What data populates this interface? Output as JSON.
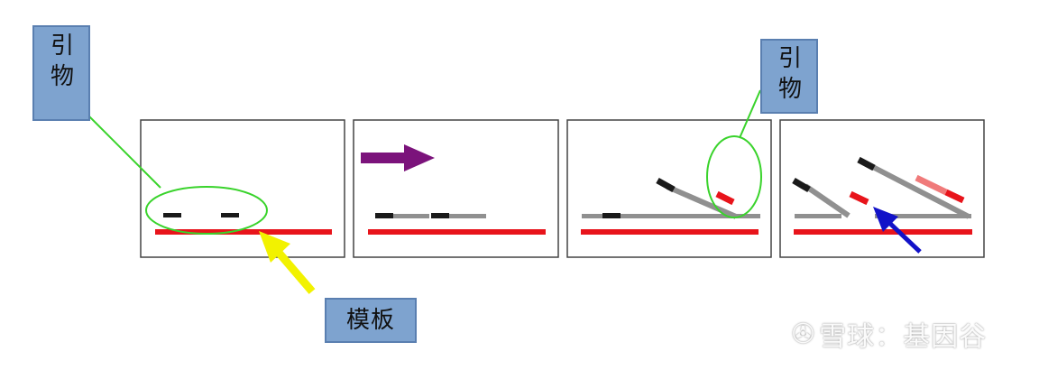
{
  "labels": {
    "primer_left": [
      "引",
      "物"
    ],
    "primer_right": [
      "引",
      "物"
    ],
    "template": "模板"
  },
  "watermark": {
    "logo_glyph": "✇",
    "text": "雪球：基因谷"
  },
  "colors": {
    "template_strand": "#e8141b",
    "new_strand": "#909090",
    "primer": "#1a1a1a",
    "highlight_circle": "#39d32b",
    "label_fill": "#7ea3cf",
    "template_arrow": "#f2f200",
    "step_arrow": "#7b137b",
    "insert_arrow": "#1212c8",
    "faded_red": "#f07a7a"
  }
}
